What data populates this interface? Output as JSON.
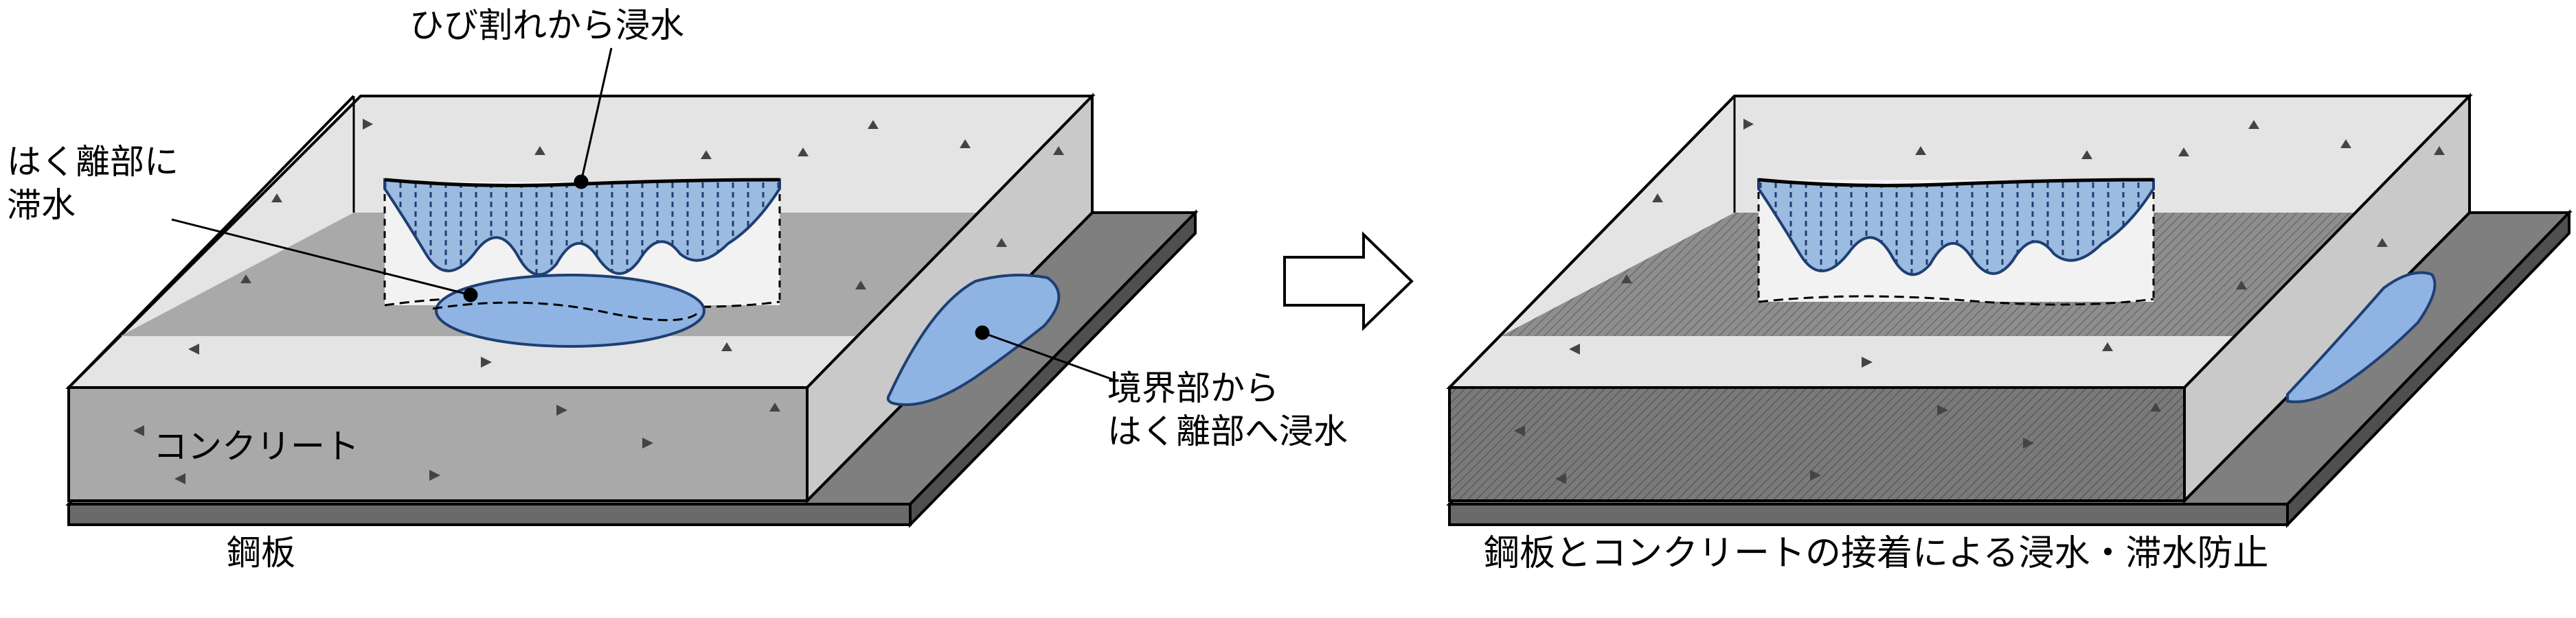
{
  "before": {
    "crack_label": "ひび割れから浸水",
    "delam_label_line1": "はく離部に",
    "delam_label_line2": "滞水",
    "concrete_label": "コンクリート",
    "boundary_label_line1": "境界部から",
    "boundary_label_line2": "はく離部へ浸水",
    "steel_label": "鋼板"
  },
  "after": {
    "caption": "鋼板とコンクリートの接着による浸水・滞水防止"
  },
  "colors": {
    "concrete_light": "#e4e4e4",
    "concrete_mid": "#a9a9a9",
    "steel": "#7f7f7f",
    "water": "#8fb4e3",
    "crack_fill": "#9cbbe0"
  }
}
